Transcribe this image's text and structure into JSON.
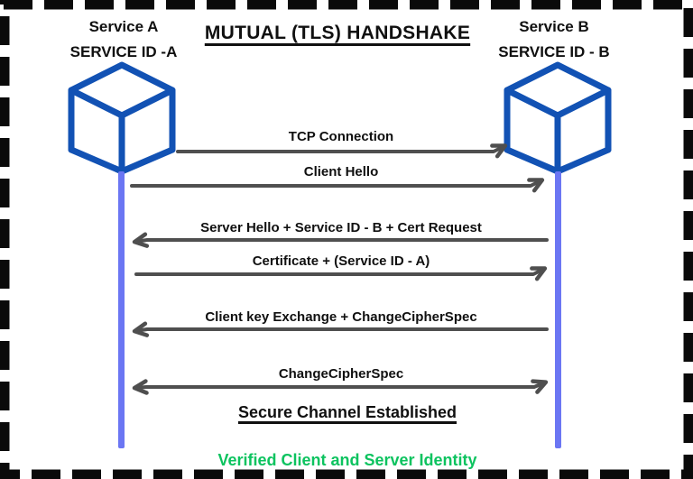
{
  "title": "MUTUAL (TLS) HANDSHAKE",
  "participants": [
    {
      "name": "Service A",
      "service_id": "SERVICE ID -A",
      "icon": "cube-icon"
    },
    {
      "name": "Service B",
      "service_id": "SERVICE ID - B",
      "icon": "cube-icon"
    }
  ],
  "messages": [
    {
      "label": "TCP Connection",
      "direction": "right"
    },
    {
      "label": "Client Hello",
      "direction": "right"
    },
    {
      "label": "Server Hello + Service ID - B + Cert Request",
      "direction": "left"
    },
    {
      "label": "Certificate + (Service ID - A)",
      "direction": "right"
    },
    {
      "label": "Client key Exchange + ChangeCipherSpec",
      "direction": "left"
    },
    {
      "label": "ChangeCipherSpec",
      "direction": "both"
    }
  ],
  "footer": {
    "secure_channel_label": "Secure Channel Established",
    "verified_label": "Verified Client and Server Identity"
  },
  "colors": {
    "cube_blue": "#1252b4",
    "lifeline_blue": "#6b76f3",
    "arrow_gray": "#4f4f4f",
    "verified_green": "#0cc35f",
    "text_black": "#101010",
    "border_black": "#0a0a0a"
  }
}
